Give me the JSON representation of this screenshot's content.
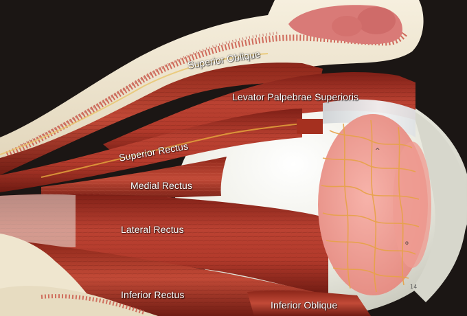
{
  "labels": {
    "superior_oblique": "Superior Oblique",
    "levator_palpebrae_superioris": "Levator Palpebrae Superioris",
    "superior_rectus": "Superior Rectus",
    "medial_rectus": "Medial Rectus",
    "lateral_rectus": "Lateral Rectus",
    "inferior_rectus": "Inferior Rectus",
    "inferior_oblique": "Inferior Oblique"
  },
  "colors": {
    "background": "#1b1614",
    "bone": "#efe6cf",
    "muscle": "#b33a2c",
    "muscle_dark": "#7a1d14",
    "tendon": "#e9ecef",
    "eyeball": "#eeeee4",
    "cornea": "#f2a39a",
    "cornea_vein": "#e7a247",
    "marrow": "#c95445"
  }
}
